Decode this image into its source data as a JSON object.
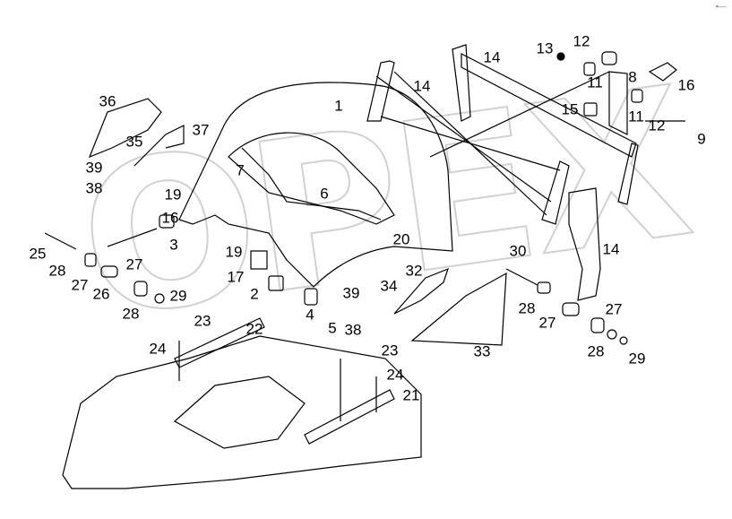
{
  "watermark": "OPEX",
  "corner_mark": "▪—",
  "callouts": [
    "1",
    "36",
    "37",
    "35",
    "39",
    "38",
    "7",
    "6",
    "19",
    "16",
    "3",
    "20",
    "25",
    "28",
    "27",
    "27",
    "26",
    "29",
    "28",
    "19",
    "17",
    "2",
    "4",
    "5",
    "38",
    "39",
    "34",
    "32",
    "30",
    "14",
    "28",
    "27",
    "27",
    "28",
    "29",
    "33",
    "23",
    "22",
    "24",
    "23",
    "24",
    "21",
    "14",
    "14",
    "13",
    "12",
    "8",
    "16",
    "11",
    "15",
    "11",
    "12",
    "9"
  ],
  "colors": {
    "line": "#000000",
    "watermark": "#c9c9c9"
  }
}
